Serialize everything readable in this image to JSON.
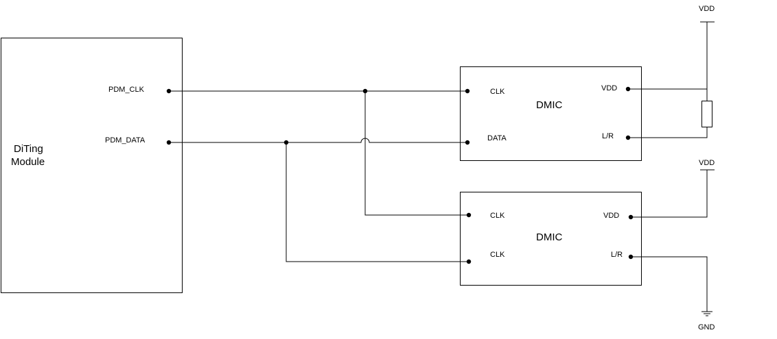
{
  "diagram": {
    "module": {
      "name_line1": "DiTing",
      "name_line2": "Module",
      "pins": {
        "clk": "PDM_CLK",
        "data": "PDM_DATA"
      }
    },
    "dmic_top": {
      "name": "DMIC",
      "pins": {
        "clk": "CLK",
        "data": "DATA",
        "vdd": "VDD",
        "lr": "L/R"
      }
    },
    "dmic_bottom": {
      "name": "DMIC",
      "pins": {
        "clk1": "CLK",
        "clk2": "CLK",
        "vdd": "VDD",
        "lr": "L/R"
      }
    },
    "power": {
      "vdd_top": "VDD",
      "vdd_bottom": "VDD",
      "gnd": "GND"
    }
  }
}
